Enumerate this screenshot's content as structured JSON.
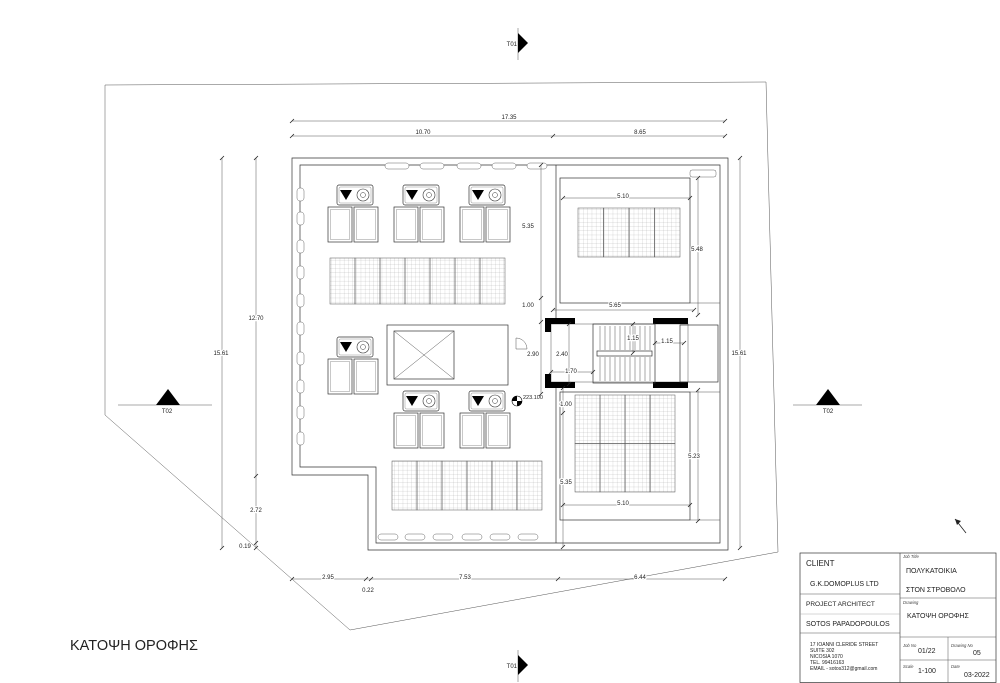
{
  "drawing": {
    "title": "ΚΑΤΟΨΗ ΟΡΟΦΗΣ",
    "section_marks": [
      "T01",
      "T01",
      "T02",
      "T02"
    ],
    "level_mark": "223.100",
    "dimensions": {
      "top_overall": "17.35",
      "top_left": "10.70",
      "top_right": "8.65",
      "left_overall": "15.61",
      "right_overall": "15.61",
      "left_main": "12.70",
      "left_lower": "2.72",
      "left_edge": "0.19",
      "bottom_left": "2.95",
      "bottom_middle": "7.53",
      "bottom_right": "6.44",
      "bottom_gap": "0.22",
      "core_upper_depth": "5.35",
      "upper_room_width": "5.10",
      "upper_room_depth": "5.48",
      "core_top_offset": "1.00",
      "core_width": "5.65",
      "core_depth": "2.90",
      "stair_depth": "2.40",
      "stair_flight": "1.15",
      "landing_width": "1.15",
      "stair_run": "1.70",
      "core_bottom_offset": "1.00",
      "lower_room_depth": "5.23",
      "core_lower_depth": "5.35",
      "lower_room_width": "5.10"
    }
  },
  "title_block": {
    "client_label": "CLIENT",
    "client": "G.K.DOMOPLUS LTD",
    "architect_label": "PROJECT ARCHITECT",
    "architect": "SOTOS PAPADOPOULOS",
    "address": [
      "17 IOANNI CLERIDE STREET",
      "SUITE 302",
      "NICOSIA 1070",
      "TEL. 99416163",
      "EMAIL - sotos312@gmail.com"
    ],
    "job_title_label": "Job Title",
    "job_title": [
      "ΠΟΛΥΚΑΤΟΙΚΙΑ",
      "ΣΤΟΝ ΣΤΡΟΒΟΛΟ"
    ],
    "drawing_label": "Drawing",
    "drawing": "ΚΑΤΟΨΗ ΟΡΟΦΗΣ",
    "job_no_label": "Job No",
    "job_no": "01/22",
    "drawing_no_label": "Drawing No",
    "drawing_no": "05",
    "scale_label": "Scale",
    "scale": "1-100",
    "date_label": "Date",
    "date": "03-2022"
  }
}
